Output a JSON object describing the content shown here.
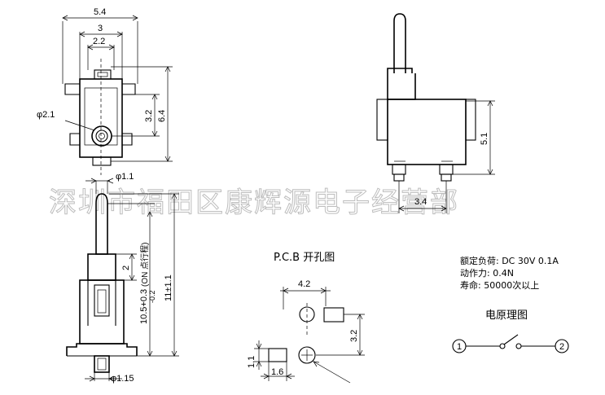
{
  "watermark": "深圳市福田区康辉源电子经营部",
  "top_view": {
    "dim_width_outer": "5.4",
    "dim_width_mid": "3",
    "dim_width_inner": "2.2",
    "dim_height_inner": "3.2",
    "dim_height_outer": "6.4",
    "dim_hole": "φ2.1"
  },
  "front_view": {
    "dim_actuator": "φ1.1",
    "dim_travel": "2",
    "dim_total_height": "11±1.1",
    "dim_on_height": "10.5+0.3",
    "dim_on_height_tol": "-0.2",
    "dim_on_note": "(ON 点行程)",
    "dim_pin": "φ1.15"
  },
  "side_view": {
    "dim_height": "5.1",
    "dim_pitch": "3.4"
  },
  "pcb": {
    "title": "P.C.B 开孔图",
    "dim_h_spacing": "4.2",
    "dim_v_spacing": "3.2",
    "dim_pad_h": "1.1",
    "dim_pad_w": "1.6"
  },
  "specs": {
    "rating": "额定负荷: DC 30V 0.1A",
    "force": "动作力: 0.4N",
    "life": "寿命: 50000次以上"
  },
  "circuit": {
    "title": "电原理图",
    "pin1": "1",
    "pin2": "2"
  }
}
